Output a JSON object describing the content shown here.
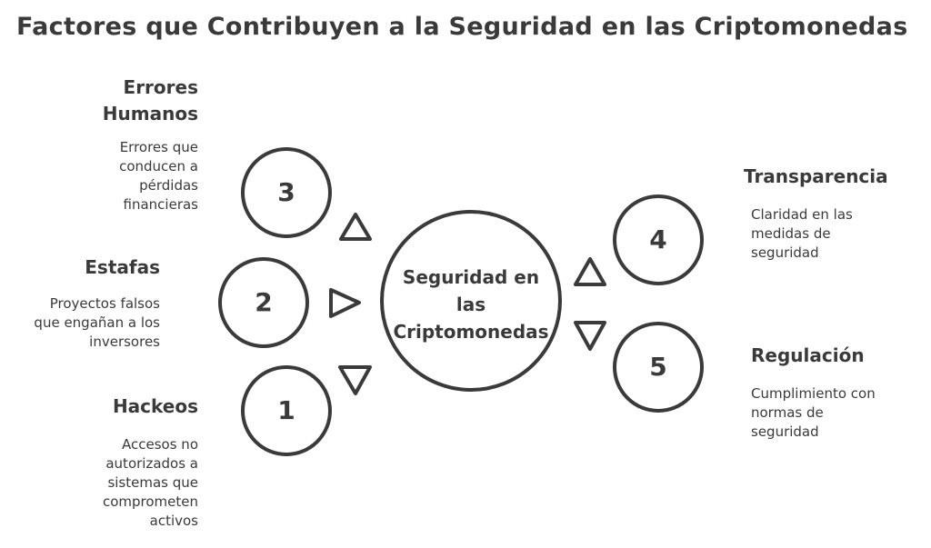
{
  "title": "Factores que Contribuyen a la Seguridad en las Criptomonedas",
  "center": {
    "line1": "Seguridad en",
    "line2": "las",
    "line3": "Criptomonedas"
  },
  "factors": [
    {
      "number": "3",
      "label_line1": "Errores",
      "label_line2": "Humanos",
      "desc_lines": [
        "Errores que",
        "conducen a",
        "pérdidas",
        "financieras"
      ]
    },
    {
      "number": "2",
      "label_line1": "Estafas",
      "desc_lines": [
        "Proyectos falsos",
        "que engañan a los",
        "inversores"
      ]
    },
    {
      "number": "1",
      "label_line1": "Hackeos",
      "desc_lines": [
        "Accesos no",
        "autorizados a",
        "sistemas que",
        "comprometen",
        "activos"
      ]
    },
    {
      "number": "4",
      "label_line1": "Transparencia",
      "desc_lines": [
        "Claridad en las",
        "medidas de",
        "seguridad"
      ]
    },
    {
      "number": "5",
      "label_line1": "Regulación",
      "desc_lines": [
        "Cumplimiento con",
        "normas de",
        "seguridad"
      ]
    }
  ],
  "colors": {
    "stroke": "#3a3a3a",
    "text": "#3a3a3a",
    "background": "#ffffff"
  }
}
